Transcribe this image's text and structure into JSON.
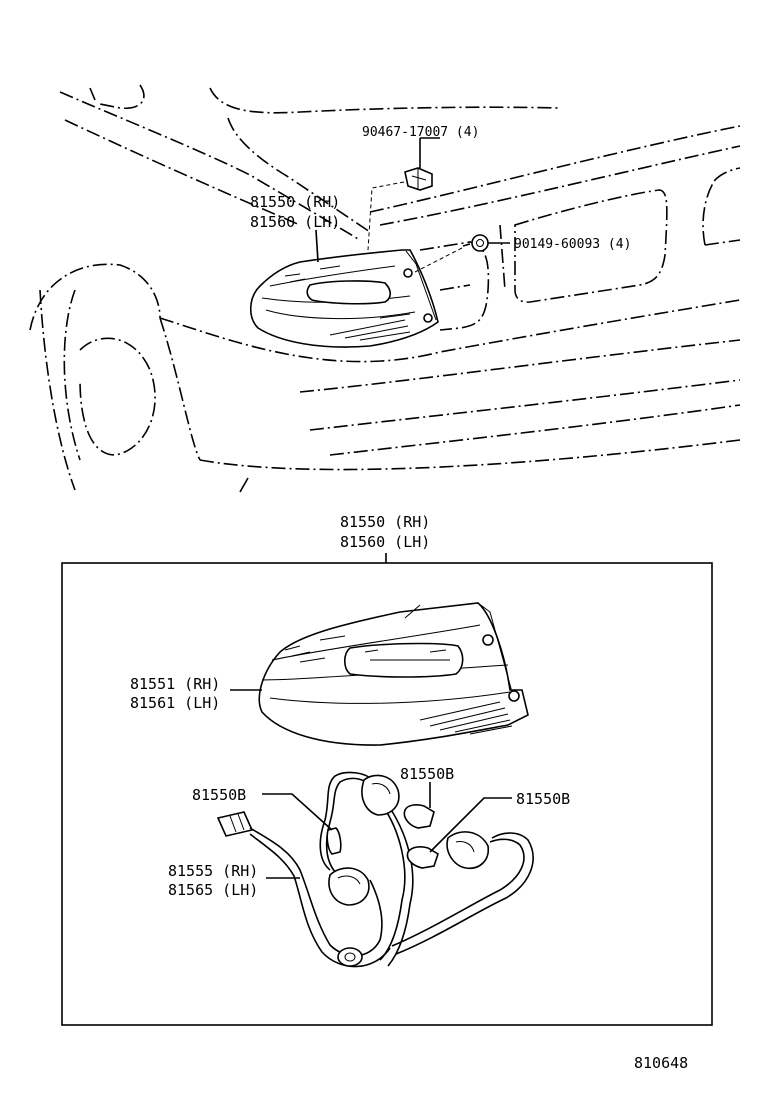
{
  "callouts": {
    "clip": "90467-17007 (4)",
    "lamp_rh": "81550 (RH)",
    "lamp_lh": "81560 (LH)",
    "screw": "90149-60093 (4)",
    "assy_rh": "81550 (RH)",
    "assy_lh": "81560 (LH)",
    "lens_rh": "81551 (RH)",
    "lens_lh": "81561 (LH)",
    "bulb_a": "81550B",
    "bulb_b": "81550B",
    "bulb_c": "81550B",
    "socket_rh": "81555 (RH)",
    "socket_lh": "81565 (LH)"
  },
  "figure_number": "810648"
}
